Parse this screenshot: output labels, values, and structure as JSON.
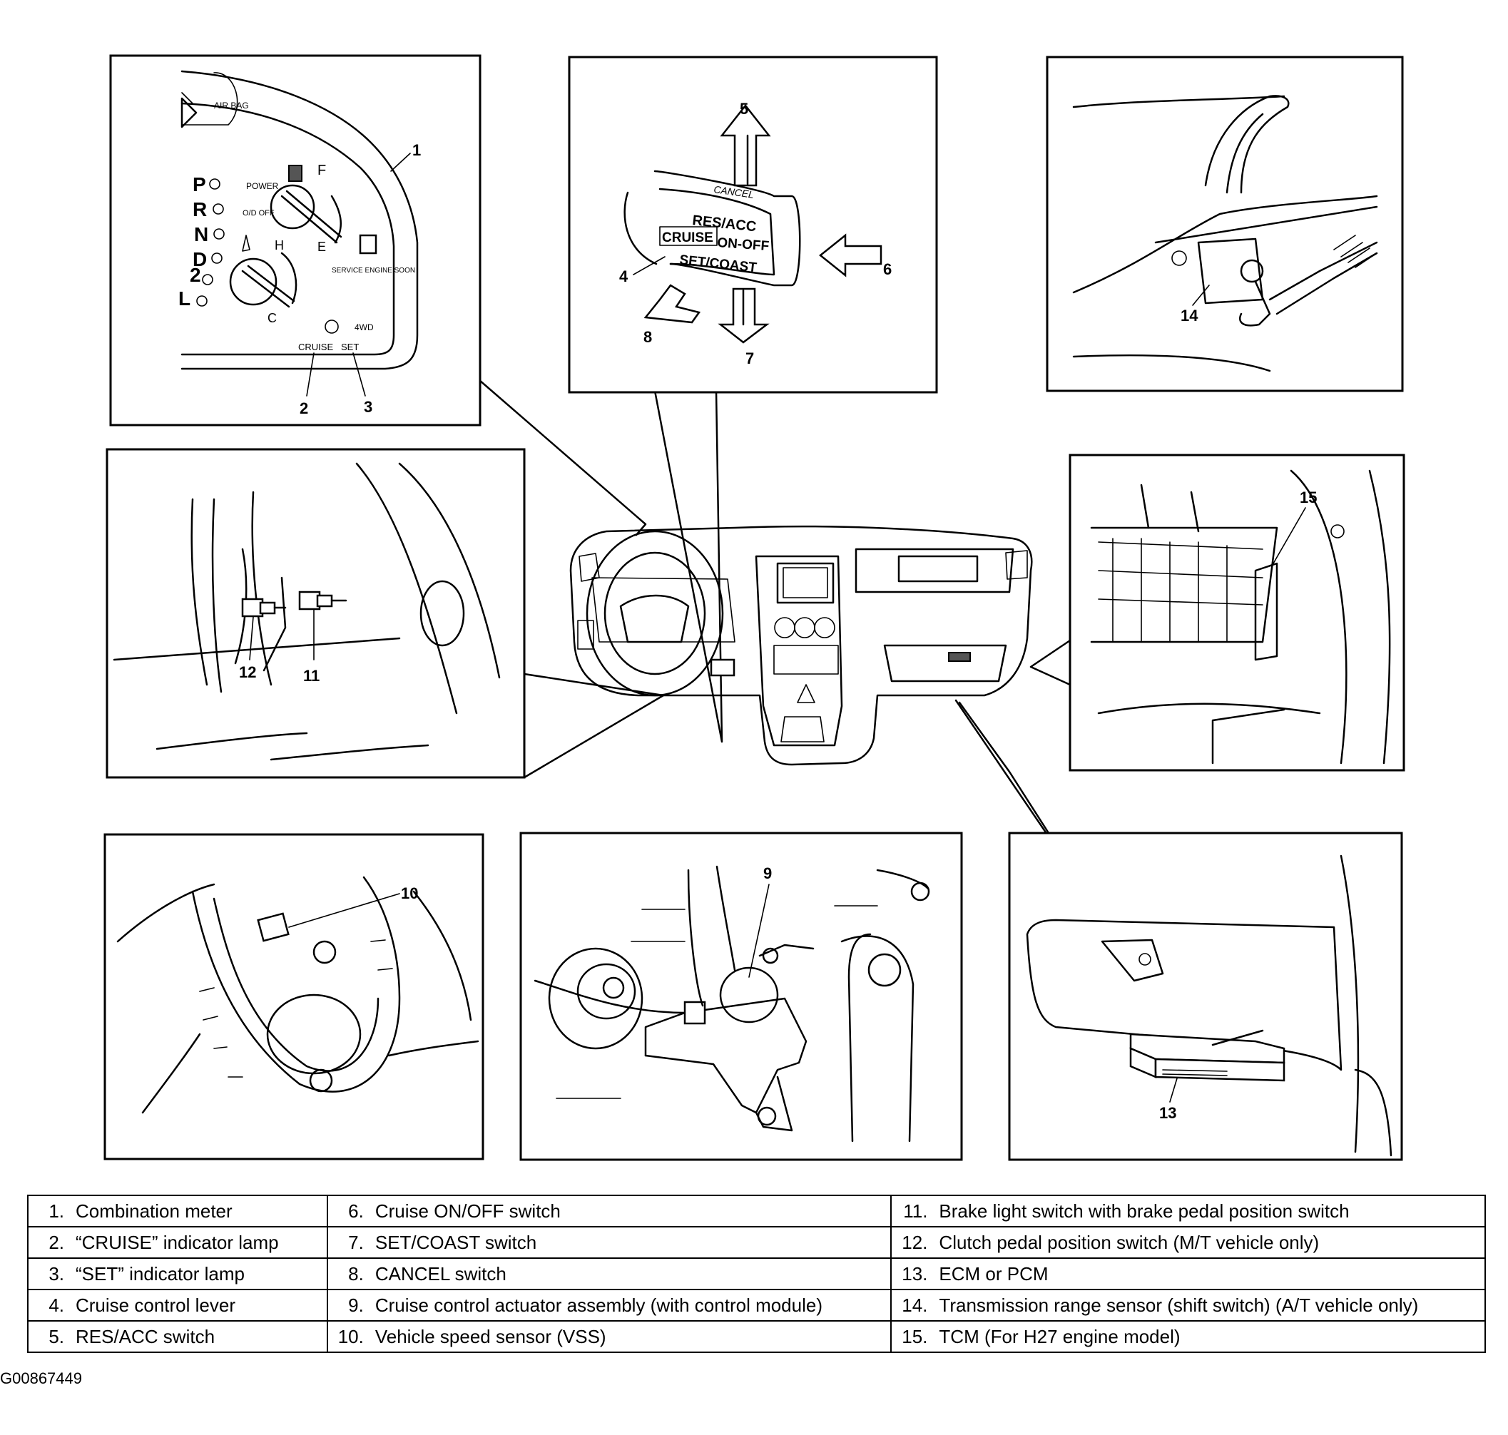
{
  "panels": {
    "meter": {
      "callouts": [
        "1",
        "2",
        "3"
      ],
      "labels": {
        "airbag": "AIR BAG",
        "power": "POWER",
        "od_off": "O/D OFF",
        "service": "SERVICE ENGINE SOON",
        "cruise": "CRUISE",
        "set": "SET",
        "fourwd": "4WD",
        "gear": [
          "P",
          "R",
          "N",
          "D",
          "2",
          "L"
        ],
        "fuel_f": "F",
        "fuel_e": "E",
        "temp_h": "H",
        "temp_c": "C"
      }
    },
    "lever": {
      "callouts": [
        "4",
        "5",
        "6",
        "7",
        "8"
      ],
      "labels": {
        "cancel": "CANCEL",
        "res_acc": "RES/ACC",
        "cruise": "CRUISE",
        "on_off": "ON-OFF",
        "set_coast": "SET/COAST"
      }
    },
    "trans_sensor": {
      "callouts": [
        "14"
      ]
    },
    "pedals": {
      "callouts": [
        "12",
        "11"
      ]
    },
    "tcm": {
      "callouts": [
        "15"
      ]
    },
    "vss": {
      "callouts": [
        "10"
      ]
    },
    "actuator": {
      "callouts": [
        "9"
      ]
    },
    "ecm": {
      "callouts": [
        "13"
      ]
    }
  },
  "legend": {
    "rows": [
      [
        {
          "num": "1.",
          "text": "Combination meter"
        },
        {
          "num": "6.",
          "text": "Cruise ON/OFF switch"
        },
        {
          "num": "11.",
          "text": "Brake light switch with brake pedal position switch"
        }
      ],
      [
        {
          "num": "2.",
          "text": "“CRUISE” indicator lamp"
        },
        {
          "num": "7.",
          "text": "SET/COAST switch"
        },
        {
          "num": "12.",
          "text": "Clutch pedal position switch (M/T vehicle only)"
        }
      ],
      [
        {
          "num": "3.",
          "text": "“SET” indicator lamp"
        },
        {
          "num": "8.",
          "text": "CANCEL switch"
        },
        {
          "num": "13.",
          "text": "ECM or PCM"
        }
      ],
      [
        {
          "num": "4.",
          "text": "Cruise control lever"
        },
        {
          "num": "9.",
          "text": "Cruise control actuator assembly (with control module)"
        },
        {
          "num": "14.",
          "text": "Transmission range sensor (shift switch) (A/T vehicle only)"
        }
      ],
      [
        {
          "num": "5.",
          "text": "RES/ACC switch"
        },
        {
          "num": "10.",
          "text": "Vehicle speed sensor (VSS)"
        },
        {
          "num": "15.",
          "text": "TCM (For H27 engine model)"
        }
      ]
    ]
  },
  "figure_id": "G00867449"
}
